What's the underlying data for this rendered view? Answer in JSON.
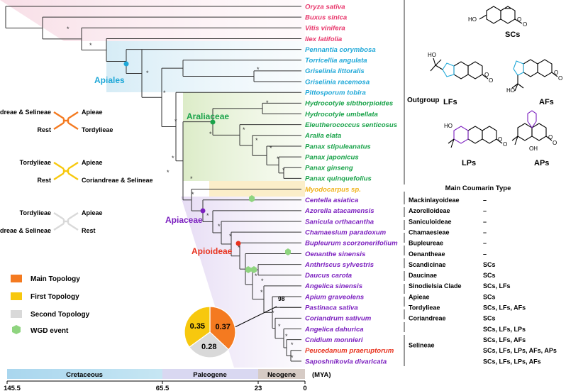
{
  "colors": {
    "outgroup": "#e8366b",
    "apiales": "#1fa8d8",
    "araliaceae": "#1aa34a",
    "myodocarpus": "#f0b21a",
    "apiaceae": "#7b1fbf",
    "apioideae_red": "#e8321e",
    "peucedanum": "#e8321e",
    "main_topology": "#f47a20",
    "first_topology": "#f7c80e",
    "second_topology": "#d9d9d9",
    "wgd": "#8fd47f"
  },
  "taxa": [
    {
      "name": "Oryza sativa",
      "group": "outgroup"
    },
    {
      "name": "Buxus sinica",
      "group": "outgroup"
    },
    {
      "name": "Vitis vinifera",
      "group": "outgroup"
    },
    {
      "name": "Ilex latifolia",
      "group": "outgroup"
    },
    {
      "name": "Pennantia corymbosa",
      "group": "apiales"
    },
    {
      "name": "Torricellia angulata",
      "group": "apiales"
    },
    {
      "name": "Griselinia littoralis",
      "group": "apiales"
    },
    {
      "name": "Griselinia racemosa",
      "group": "apiales"
    },
    {
      "name": "Pittosporum tobira",
      "group": "apiales"
    },
    {
      "name": "Hydrocotyle sibthorpioides",
      "group": "araliaceae"
    },
    {
      "name": "Hydrocotyle umbellata",
      "group": "araliaceae"
    },
    {
      "name": "Eleutherococcus senticosus",
      "group": "araliaceae"
    },
    {
      "name": "Aralia elata",
      "group": "araliaceae"
    },
    {
      "name": "Panax stipuleanatus",
      "group": "araliaceae"
    },
    {
      "name": "Panax japonicus",
      "group": "araliaceae"
    },
    {
      "name": "Panax ginseng",
      "group": "araliaceae"
    },
    {
      "name": "Panax quinquefolius",
      "group": "araliaceae"
    },
    {
      "name": "Myodocarpus sp.",
      "group": "myodocarpus"
    },
    {
      "name": "Centella asiatica",
      "group": "apiaceae"
    },
    {
      "name": "Azorella atacamensis",
      "group": "apiaceae"
    },
    {
      "name": "Sanicula orthacantha",
      "group": "apiaceae"
    },
    {
      "name": "Chamaesium paradoxum",
      "group": "apiaceae"
    },
    {
      "name": "Bupleurum scorzonerifolium",
      "group": "apiaceae"
    },
    {
      "name": "Oenanthe sinensis",
      "group": "apiaceae"
    },
    {
      "name": "Anthriscus sylvestris",
      "group": "apiaceae"
    },
    {
      "name": "Daucus carota",
      "group": "apiaceae"
    },
    {
      "name": "Angelica sinensis",
      "group": "apiaceae"
    },
    {
      "name": "Apium graveolens",
      "group": "apiaceae"
    },
    {
      "name": "Pastinaca sativa",
      "group": "apiaceae"
    },
    {
      "name": "Coriandrum sativum",
      "group": "apiaceae"
    },
    {
      "name": "Angelica dahurica",
      "group": "apiaceae"
    },
    {
      "name": "Cnidium monnieri",
      "group": "apiaceae"
    },
    {
      "name": "Peucedanum praeruptorum",
      "group": "peucedanum"
    },
    {
      "name": "Saposhnikovia divaricata",
      "group": "apiaceae"
    }
  ],
  "clades": {
    "apiales": "Apiales",
    "araliaceae": "Araliaceae",
    "apiaceae": "Apiaceae",
    "apioideae": "Apioideae"
  },
  "bootstrap": "98",
  "asterisk": "*",
  "outgroup_label": "Outgroup",
  "main_coumarin_header": "Main Coumarin Type",
  "tribes": [
    {
      "name": "Mackinlayoideae",
      "type": "–"
    },
    {
      "name": "Azorelloideae",
      "type": "–"
    },
    {
      "name": "Saniculoideae",
      "type": "–"
    },
    {
      "name": "Chamaesieae",
      "type": "–"
    },
    {
      "name": "Bupleureae",
      "type": "–"
    },
    {
      "name": "Oenantheae",
      "type": "–"
    },
    {
      "name": "Scandicinae",
      "type": "SCs"
    },
    {
      "name": "Daucinae",
      "type": "SCs"
    },
    {
      "name": "Sinodielsia Clade",
      "type": "SCs, LFs"
    },
    {
      "name": "Apieae",
      "type": "SCs"
    },
    {
      "name": "Tordylieae",
      "type": "SCs, LFs, AFs"
    },
    {
      "name": "Coriandreae",
      "type": "SCs"
    },
    {
      "name": "Selineae",
      "types": [
        "SCs, LFs, LPs",
        "SCs, LFs, AFs",
        "SCs, LFs, LPs, AFs, APs",
        "SCs, LFs, LPs, AFs"
      ]
    }
  ],
  "structures": {
    "scs": "SCs",
    "lfs": "LFs",
    "afs": "AFs",
    "lps": "LPs",
    "aps": "APs",
    "ho": "HO",
    "oh": "OH",
    "o": "O"
  },
  "topologies": [
    {
      "top_left": "Coriandreae & Selineae",
      "top_right": "Apieae",
      "bottom_left": "Rest",
      "bottom_right": "Tordylieae"
    },
    {
      "top_left": "Tordylieae",
      "top_right": "Apieae",
      "bottom_left": "Rest",
      "bottom_right": "Coriandreae & Selineae"
    },
    {
      "top_left": "Tordylieae",
      "top_right": "Apieae",
      "bottom_left": "Coriandreae & Selineae",
      "bottom_right": "Rest"
    }
  ],
  "legend": [
    "Main Topology",
    "First Topology",
    "Second Topology",
    "WGD event"
  ],
  "pie": {
    "values": [
      0.37,
      0.28,
      0.35
    ],
    "labels": [
      "0.37",
      "0.28",
      "0.35"
    ]
  },
  "timescale": {
    "periods": [
      "Cretaceous",
      "Paleogene",
      "Neogene"
    ],
    "ticks": [
      "145.5",
      "65.5",
      "23",
      "0"
    ],
    "unit": "(MYA)"
  }
}
